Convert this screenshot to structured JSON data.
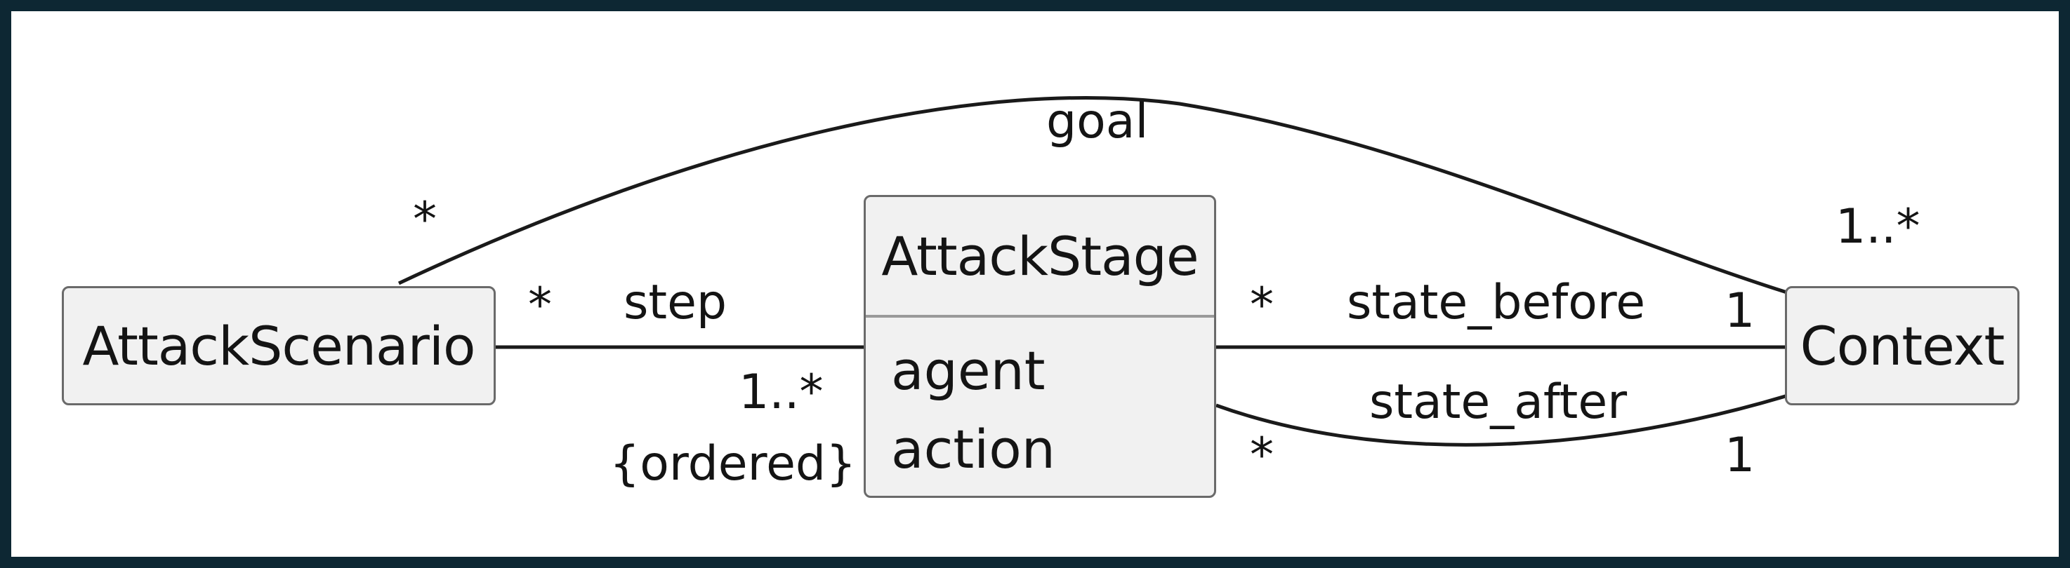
{
  "classes": {
    "scenario": "AttackScenario",
    "stage": {
      "name": "AttackStage",
      "attributes": [
        "agent",
        "action"
      ]
    },
    "context": "Context"
  },
  "associations": {
    "goal": {
      "label": "goal",
      "source_mult": "*",
      "target_mult": "1..*"
    },
    "step": {
      "label": "step",
      "source_mult": "*",
      "target_mult": "1..*",
      "constraint": "{ordered}"
    },
    "state_before": {
      "label": "state_before",
      "source_mult": "*",
      "target_mult": "1"
    },
    "state_after": {
      "label": "state_after",
      "source_mult": "*",
      "target_mult": "1"
    }
  },
  "colors": {
    "frame": "#0d2733",
    "box_fill": "#f1f1f1",
    "box_border": "#6a6a6a",
    "line": "#1a1a1a"
  }
}
